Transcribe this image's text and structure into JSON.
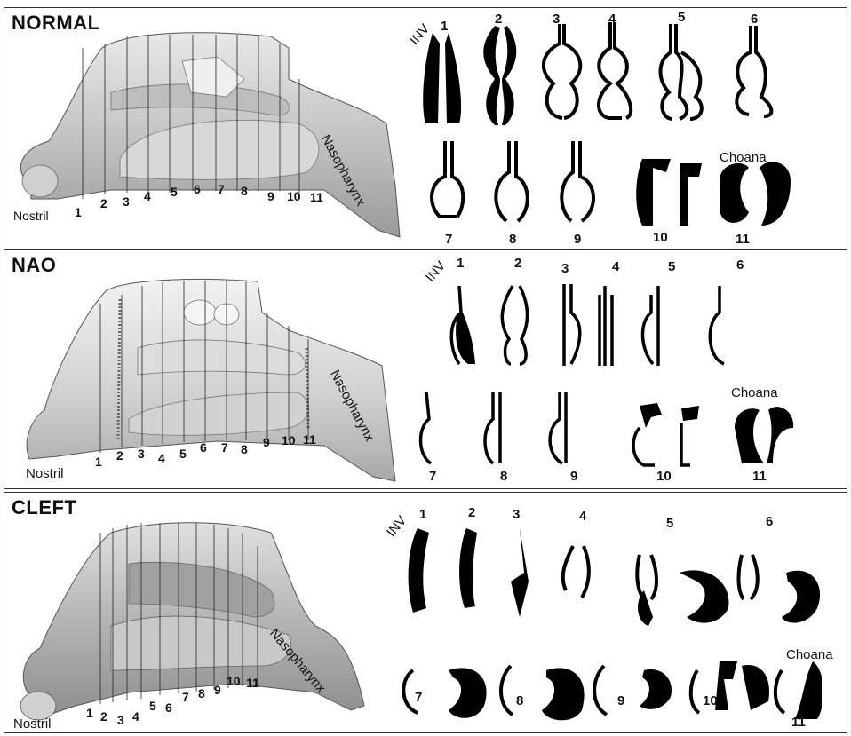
{
  "panels": [
    {
      "title": "NORMAL",
      "nostril": "Nostril",
      "nasopharynx": "Nasopharynx",
      "inv": "INV",
      "choana": "Choana",
      "slices": [
        "1",
        "2",
        "3",
        "4",
        "5",
        "6",
        "7",
        "8",
        "9",
        "10",
        "11"
      ],
      "sections": [
        "1",
        "2",
        "3",
        "4",
        "5",
        "6",
        "7",
        "8",
        "9",
        "10",
        "11"
      ]
    },
    {
      "title": "NAO",
      "nostril": "Nostril",
      "nasopharynx": "Nasopharynx",
      "inv": "INV",
      "choana": "Choana",
      "slices": [
        "1",
        "2",
        "3",
        "4",
        "5",
        "6",
        "7",
        "8",
        "9",
        "10",
        "11"
      ],
      "sections": [
        "1",
        "2",
        "3",
        "4",
        "5",
        "6",
        "7",
        "8",
        "9",
        "10",
        "11"
      ]
    },
    {
      "title": "CLEFT",
      "nostril": "Nostril",
      "nasopharynx": "Nasopharynx",
      "inv": "INV",
      "choana": "Choana",
      "slices": [
        "1",
        "2",
        "3",
        "4",
        "5",
        "6",
        "7",
        "8",
        "9",
        "10",
        "11"
      ],
      "sections": [
        "1",
        "2",
        "3",
        "4",
        "5",
        "6",
        "7",
        "8",
        "9",
        "10",
        "11"
      ]
    }
  ]
}
